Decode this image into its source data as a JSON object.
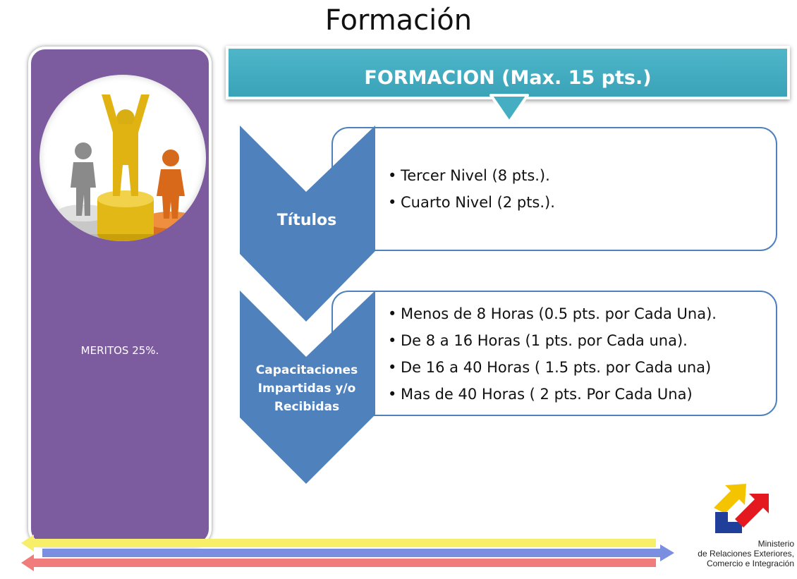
{
  "page": {
    "title": "Formación"
  },
  "left_panel": {
    "label": "MERITOS 25%."
  },
  "banner": {
    "text": "FORMACION (Max. 15 pts.)"
  },
  "sections": [
    {
      "label": "Títulos",
      "items": [
        "Tercer Nivel (8 pts.).",
        "Cuarto Nivel (2 pts.)."
      ]
    },
    {
      "label_lines": [
        "Capacitaciones",
        "Impartidas y/o",
        "Recibidas"
      ],
      "items": [
        "Menos de 8 Horas (0.5 pts. por Cada Una).",
        "De 8  a 16 Horas (1 pts. por Cada una).",
        "De 16 a 40 Horas ( 1.5 pts. por  Cada una)",
        "Mas de 40 Horas ( 2 pts. Por Cada Una)"
      ]
    }
  ],
  "footer": {
    "ministerio_lines": [
      "Ministerio",
      "de Relaciones Exteriores,",
      "Comercio e Integración"
    ]
  },
  "colors": {
    "purple_panel": "#7c5c9e",
    "banner_teal": "#45aec2",
    "chevron_blue": "#4f81bd",
    "flag_yellow": "#f7ee6a",
    "flag_blue": "#7b8fe0",
    "flag_red": "#f07c7c"
  },
  "icons": {
    "podium": "podium-winners-icon",
    "logo": "ministerio-logo-icon"
  }
}
